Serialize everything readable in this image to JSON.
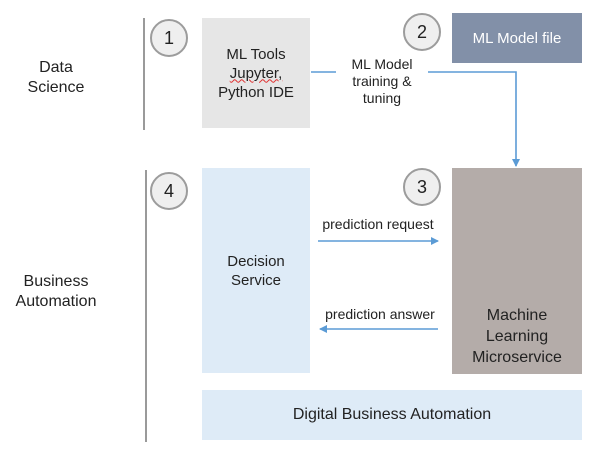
{
  "sections": {
    "data_science": "Data\nScience",
    "business_automation": "Business\nAutomation"
  },
  "badges": [
    "1",
    "2",
    "3",
    "4"
  ],
  "boxes": {
    "ml_tools": {
      "line1": "ML Tools",
      "line2": "Jupyter,",
      "line3": "Python IDE"
    },
    "ml_model_file": "ML Model file",
    "decision_service": {
      "line1": "Decision",
      "line2": "Service"
    },
    "microservice": {
      "line1": "Machine",
      "line2": "Learning",
      "line3": "Microservice"
    },
    "digital_business_automation": "Digital Business Automation"
  },
  "arrows": {
    "training": {
      "line1": "ML Model",
      "line2": "training &",
      "line3": "tuning"
    },
    "prediction_request": "prediction request",
    "prediction_answer": "prediction answer"
  },
  "colors": {
    "arrow": "#5b9bd5",
    "ml_model_file_fill": "#8290a8",
    "light_blue_fill": "#deebf7",
    "microservice_fill": "#b4aca9",
    "ml_tools_fill": "#e6e6e6"
  }
}
